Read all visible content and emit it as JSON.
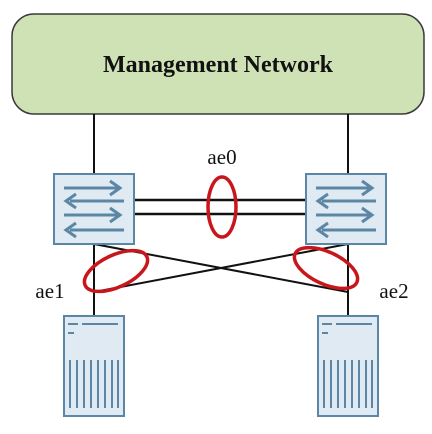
{
  "management": {
    "title": "Management Network",
    "fill": "#cfe2b5",
    "stroke": "#3a3a3a"
  },
  "links": {
    "ae0": "ae0",
    "ae1": "ae1",
    "ae2": "ae2",
    "highlight_color": "#c8161d"
  },
  "devices": {
    "switch_fill": "#dfeaf2",
    "switch_stroke": "#5c86a6",
    "server_fill": "#dfeaf2",
    "server_stroke": "#5c86a6",
    "line_color": "#111111"
  }
}
